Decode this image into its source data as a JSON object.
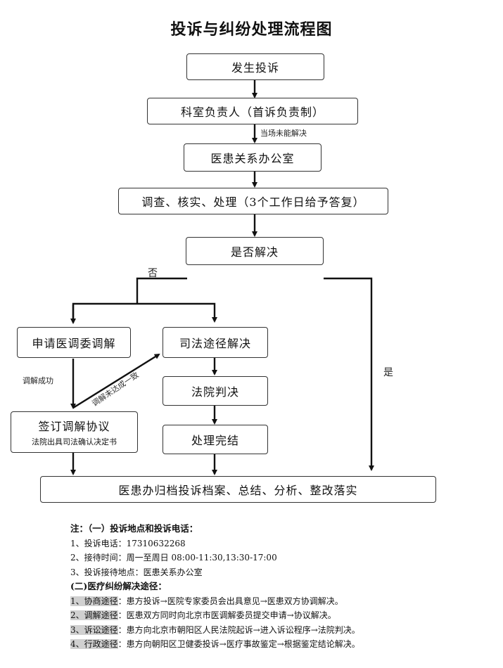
{
  "title": "投诉与纠纷处理流程图",
  "nodes": {
    "complaint_occurs": "发生投诉",
    "dept_head": "科室负责人（首诉负责制）",
    "office": "医患关系办公室",
    "investigate": "调查、核实、处理（3个工作日给予答复）",
    "resolved_q": "是否解决",
    "mediation_apply": "申请医调委调解",
    "judicial": "司法途径解决",
    "court": "法院判决",
    "finish": "处理完结",
    "sign_agreement": "签订调解协议",
    "sign_agreement_sub": "法院出具司法确认决定书",
    "archive": "医患办归档投诉档案、总结、分析、整改落实"
  },
  "edge_labels": {
    "not_resolved_on_site": "当场未能解决",
    "no": "否",
    "yes": "是",
    "mediation_success": "调解成功",
    "mediation_failed": "调解未达成一致"
  },
  "notes": {
    "heading1": "注：（一）投诉地点和投诉电话：",
    "line1": "1、投诉电话：17310632268",
    "line2": "2、接待时间：周一至周日 08:00-11:30,13:30-17:00",
    "line3": "3、投诉接待地点：医患关系办公室",
    "heading2": "(二)医疗纠纷解决途径：",
    "ways": [
      {
        "label": "1、协商途径",
        "text": "：患方投诉→医院专家委员会出具意见→医患双方协调解决。"
      },
      {
        "label": "2、调解途径",
        "text": "：医患双方同时向北京市医调解委员提交申请→协议解决。"
      },
      {
        "label": "3、诉讼途径",
        "text": "：患方向北京市朝阳区人民法院起诉→进入诉讼程序→法院判决。"
      },
      {
        "label": "4、行政途径",
        "text": "：患方向朝阳区卫健委投诉→医疗事故鉴定→根据鉴定结论解决。"
      }
    ]
  }
}
